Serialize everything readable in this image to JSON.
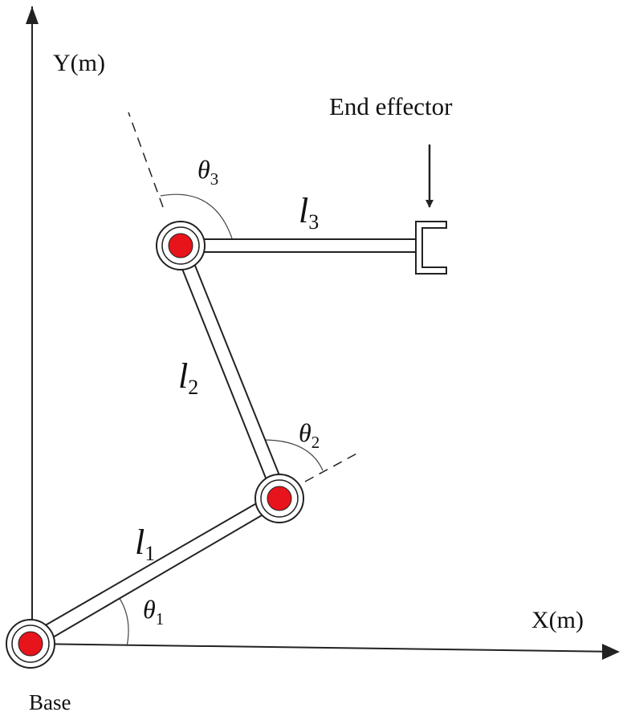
{
  "diagram": {
    "axes": {
      "x_label": "X(m)",
      "y_label": "Y(m)"
    },
    "base_label": "Base",
    "end_effector_label": "End effector",
    "links": [
      {
        "symbol": "l",
        "subscript": "1"
      },
      {
        "symbol": "l",
        "subscript": "2"
      },
      {
        "symbol": "l",
        "subscript": "3"
      }
    ],
    "angles": [
      {
        "symbol": "θ",
        "subscript": "1"
      },
      {
        "symbol": "θ",
        "subscript": "2"
      },
      {
        "symbol": "θ",
        "subscript": "3"
      }
    ],
    "colors": {
      "joint_fill": "#e8141b",
      "line": "#222222",
      "link_fill": "#ffffff"
    }
  }
}
